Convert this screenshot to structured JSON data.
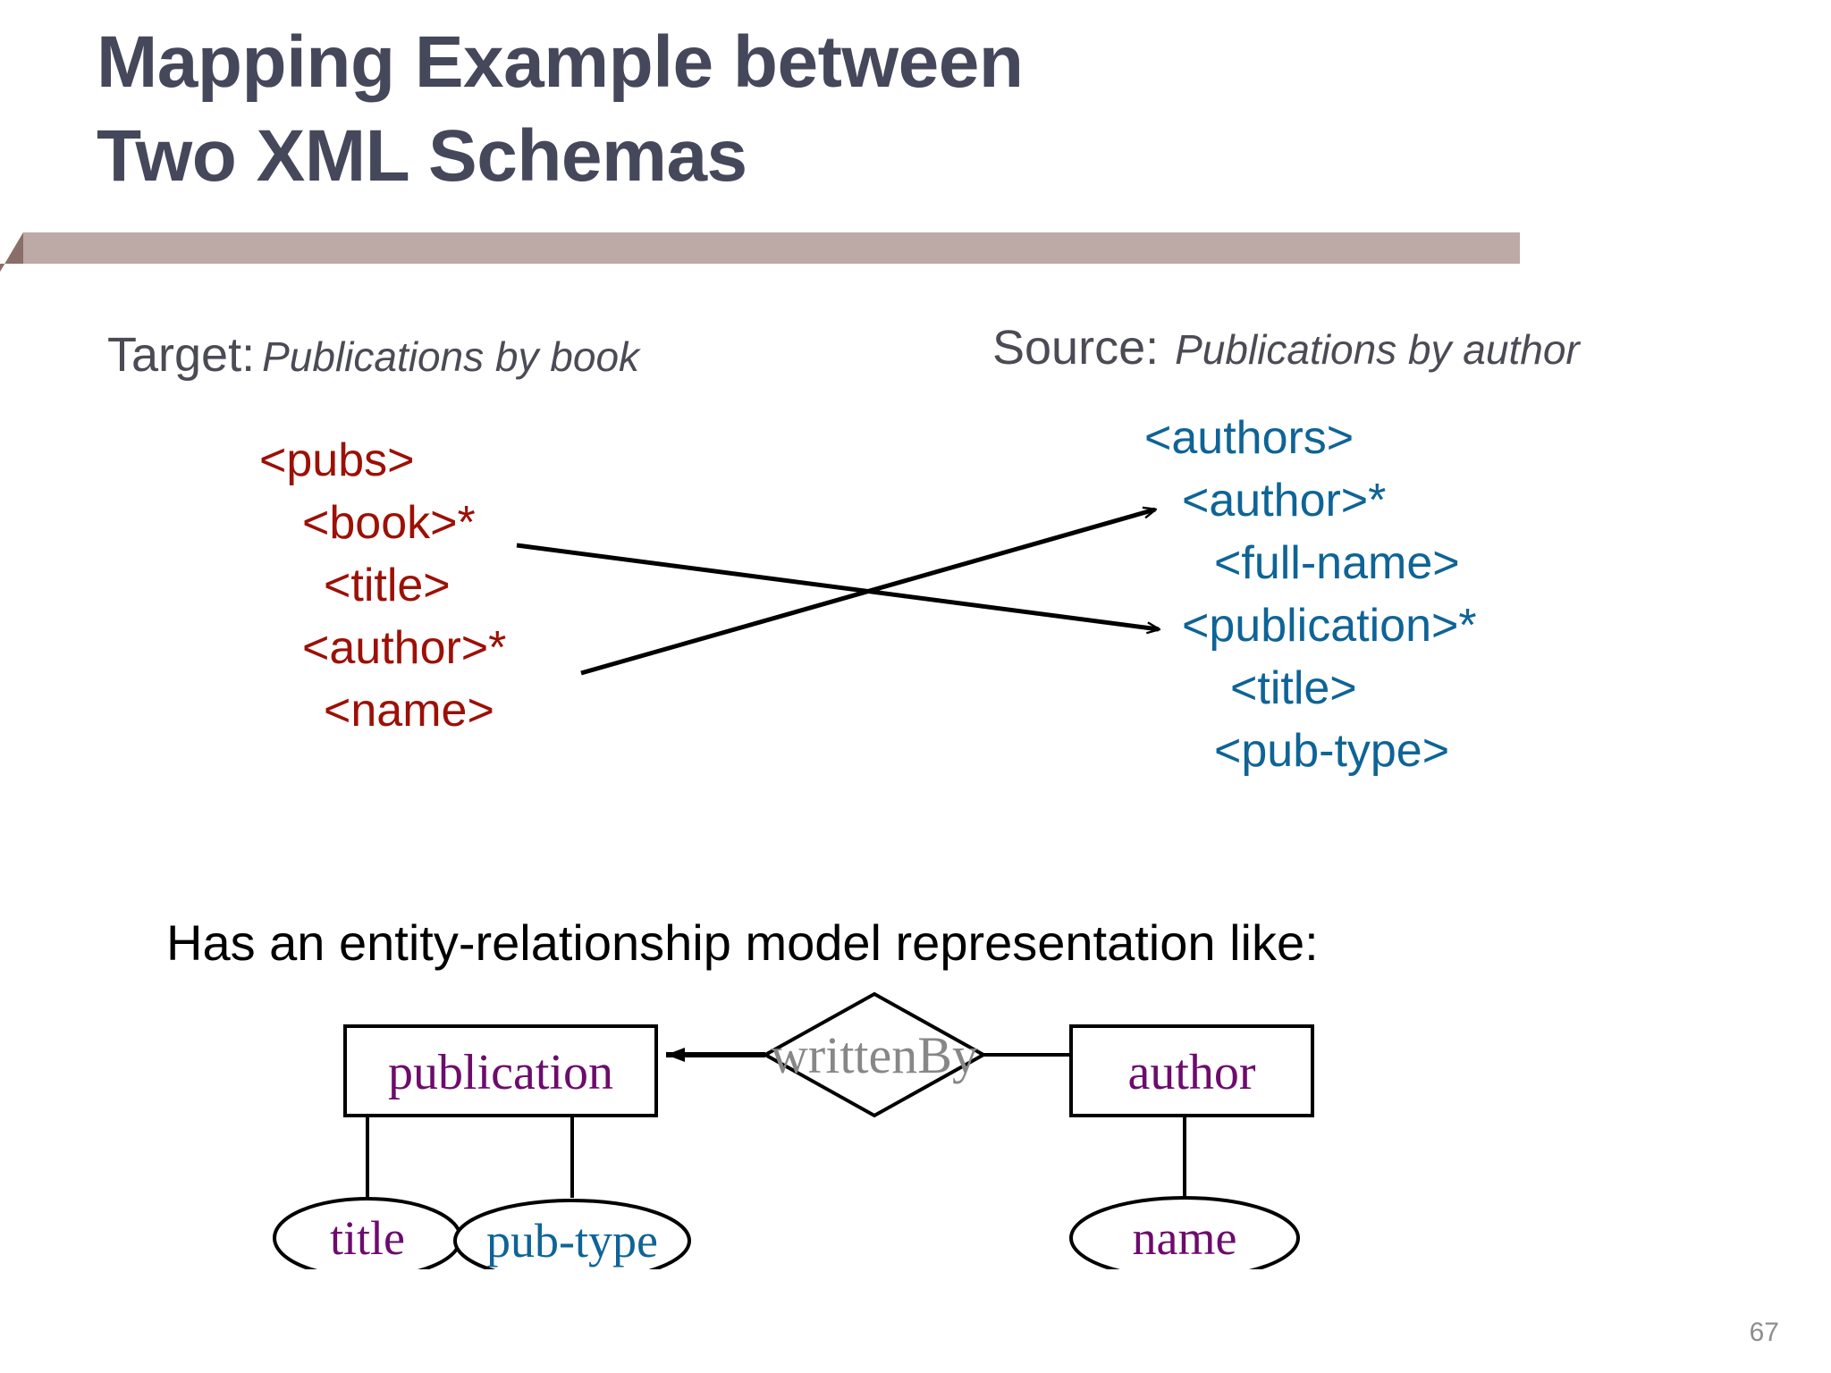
{
  "slide": {
    "title": "Mapping Example between\n Two XML Schemas",
    "page_number": "67",
    "title_color": "#45475a",
    "divider_color": "#bda9a5",
    "divider_fold_color": "#8a6f68"
  },
  "target_panel": {
    "label_key": "Target:",
    "label_value": "Publications by book",
    "color": "#9c1006",
    "tree": [
      {
        "text": "<pubs>",
        "indent": 0
      },
      {
        "text": "<book>*",
        "indent": 1
      },
      {
        "text": "<title>",
        "indent": 2
      },
      {
        "text": "<author>*",
        "indent": 1
      },
      {
        "text": "<name>",
        "indent": 2
      }
    ]
  },
  "source_panel": {
    "label_key": "Source:",
    "label_value": "Publications by author",
    "color": "#0e6496",
    "tree": [
      {
        "text": "<authors>",
        "indent": 0
      },
      {
        "text": "<author>*",
        "indent": 1
      },
      {
        "text": "<full-name>",
        "indent": 2
      },
      {
        "text": "<publication>*",
        "indent": 1
      },
      {
        "text": "<title>",
        "indent": 2
      },
      {
        "text": "<pub-type>",
        "indent": 2
      }
    ]
  },
  "mappings": [
    {
      "from": "<book>*",
      "to": "<publication>*"
    },
    {
      "from": "<author>*",
      "to": "<author>*"
    }
  ],
  "er_section": {
    "caption": "Has an entity-relationship model representation like:",
    "entities": [
      {
        "name": "publication",
        "color": "#6d0b6d"
      },
      {
        "name": "author",
        "color": "#6d0b6d"
      }
    ],
    "relationship": {
      "name": "writtenBy",
      "color": "#878787",
      "direction": "author-to-publication"
    },
    "attributes": [
      {
        "name": "title",
        "owner": "publication",
        "color": "#6d0b6d"
      },
      {
        "name": "pub-type",
        "owner": "publication",
        "color": "#0e6496"
      },
      {
        "name": "name",
        "owner": "author",
        "color": "#6d0b6d"
      }
    ]
  }
}
